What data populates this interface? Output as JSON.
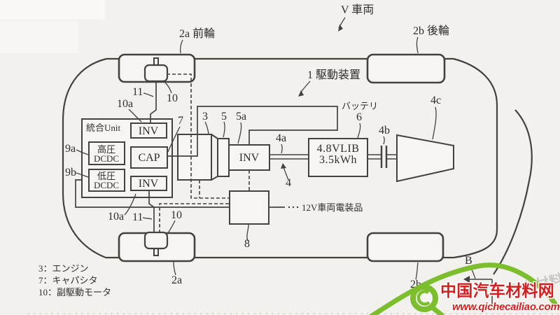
{
  "figure": {
    "vehicle": "V 車両",
    "drive_device": "1 駆動装置",
    "front_wheel": "2a 前輪",
    "rear_wheel": "2b 後輪",
    "ref": {
      "front_wheel_bottom": "2a",
      "rear_wheel_bottom": "2b",
      "engine": "3",
      "shaft": "4",
      "shaft_a": "4a",
      "coupling": "4b",
      "final_drive": "4c",
      "motor": "5",
      "inverter": "5a",
      "capacitor": "7",
      "junction_box": "8",
      "hv_dcdc": "9a",
      "lv_dcdc": "9b",
      "sub_motor_front": "10",
      "sub_motor_rear": "10",
      "sub_inverter_front": "10a",
      "sub_inverter_rear": "10a",
      "shaft_front": "11",
      "shaft_rear": "11",
      "partial_label": "B"
    },
    "unit": {
      "title": "統合Unit",
      "inv_top": "INV",
      "cap": "CAP",
      "inv_bottom": "INV",
      "hv_line1": "高圧",
      "hv_line2": "DCDC",
      "lv_line1": "低圧",
      "lv_line2": "DCDC"
    },
    "main_inverter": "INV",
    "battery": {
      "name": "バッテリ",
      "num": "6",
      "spec1": "4.8VLIB",
      "spec2": "3.5kWh"
    },
    "twelve_v": "12V車両電装品",
    "legend": [
      "3：エンジン",
      "7：キャパシタ",
      "10：副駆動モータ"
    ]
  },
  "watermark": {
    "title": "中国汽车材料网",
    "url": "www.qichecailiao.com",
    "ghost": "汽车材料网"
  },
  "colors": {
    "line": "#44423f",
    "green": "#7cbe2e",
    "red": "#d31f1f",
    "bg": "#f3f1ed"
  }
}
